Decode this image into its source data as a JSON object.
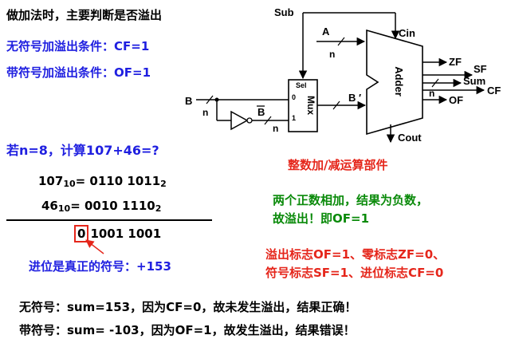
{
  "left": {
    "title": "做加法时，主要判断是否溢出",
    "unsigned_cond": "无符号加溢出条件：CF=1",
    "signed_cond": "带符号加溢出条件：OF=1",
    "question": "若n=8，计算107+46=?",
    "row1_num": "107",
    "row1_sub": "10",
    "row1_eq": "= 0110 1011",
    "row1_base": "2",
    "row2_num": "46",
    "row2_sub": "10",
    "row2_eq": "= 0010 1110",
    "row2_base": "2",
    "result_carry": "0",
    "result_rest": "1001 1001",
    "carry_note": "进位是真正的符号：+153"
  },
  "diagram": {
    "sub": "Sub",
    "a": "A",
    "n": "n",
    "cin": "Cin",
    "adder": "Adder",
    "zf": "ZF",
    "sf": "SF",
    "sum": "Sum",
    "cf": "CF",
    "of": "OF",
    "cout": "Cout",
    "b": "B",
    "b_bar": "B",
    "b_prime": "B ′",
    "sel": "Sel",
    "mux": "Mux",
    "mux_in0": "0",
    "mux_in1": "1",
    "caption": "整数加/减运算部件"
  },
  "right": {
    "note_line1": "两个正数相加，结果为负数，",
    "note_line2": "故溢出！即OF=1",
    "flags_line1": "溢出标志OF=1、零标志ZF=0、",
    "flags_line2": "符号标志SF=1、进位标志CF=0"
  },
  "bottom": {
    "unsigned_result": "无符号：sum=153，因为CF=0，故未发生溢出，结果正确！",
    "signed_result": "带符号：sum= -103，因为OF=1，故发生溢出，结果错误！"
  }
}
